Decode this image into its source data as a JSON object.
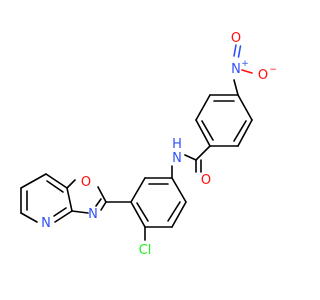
{
  "molecule": {
    "atoms": {
      "o_nitro_top": {
        "text": "O",
        "color": "#ff0d0d"
      },
      "n_nitro": {
        "text": "N",
        "color": "#3050f8",
        "charge": "+"
      },
      "o_nitro_minus": {
        "text": "O",
        "color": "#ff0d0d",
        "charge": "−"
      },
      "o_carbonyl": {
        "text": "O",
        "color": "#ff0d0d"
      },
      "n_amide": {
        "text": "N",
        "color": "#3050f8"
      },
      "h_amide": {
        "text": "H",
        "color": "#3050f8"
      },
      "o_oxazole": {
        "text": "O",
        "color": "#ff0d0d"
      },
      "n_pyridine": {
        "text": "N",
        "color": "#3050f8"
      },
      "n_oxazole": {
        "text": "N",
        "color": "#3050f8"
      },
      "cl": {
        "text": "Cl",
        "color": "#1ff01f"
      }
    },
    "bond_color": "#000000"
  }
}
